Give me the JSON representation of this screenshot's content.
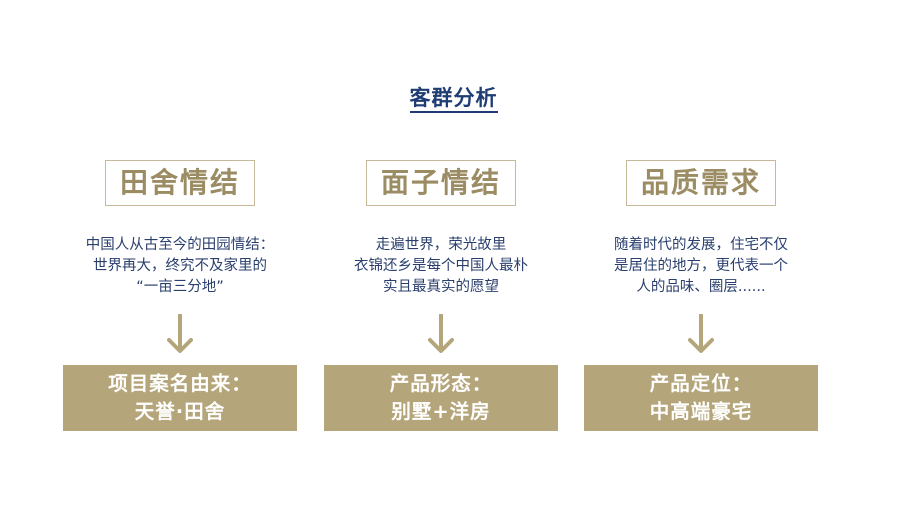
{
  "title": "客群分析",
  "columns": [
    {
      "heading": "田舍情结",
      "desc": [
        "中国人从古至今的田园情结：",
        "世界再大，终究不及家里的",
        "“一亩三分地”"
      ],
      "result": [
        "项目案名由来：",
        "天誉·田舍"
      ]
    },
    {
      "heading": "面子情结",
      "desc": [
        "走遍世界，荣光故里",
        "衣锦还乡是每个中国人最朴",
        "实且最真实的愿望"
      ],
      "result": [
        "产品形态：",
        "别墅+洋房"
      ]
    },
    {
      "heading": "品质需求",
      "desc": [
        "随着时代的发展，住宅不仅",
        "是居住的地方，更代表一个",
        "人的品味、圈层......"
      ],
      "result": [
        "产品定位：",
        "中高端豪宅"
      ]
    }
  ],
  "colors": {
    "title": "#1f3c73",
    "heading_text": "#9b8c64",
    "heading_border": "#c5b99a",
    "desc_text": "#2a3f6e",
    "arrow": "#b5a57a",
    "result_bg": "#b5a57a",
    "result_text": "#ffffff"
  },
  "icons": {
    "arrow": "arrow-down-icon"
  }
}
